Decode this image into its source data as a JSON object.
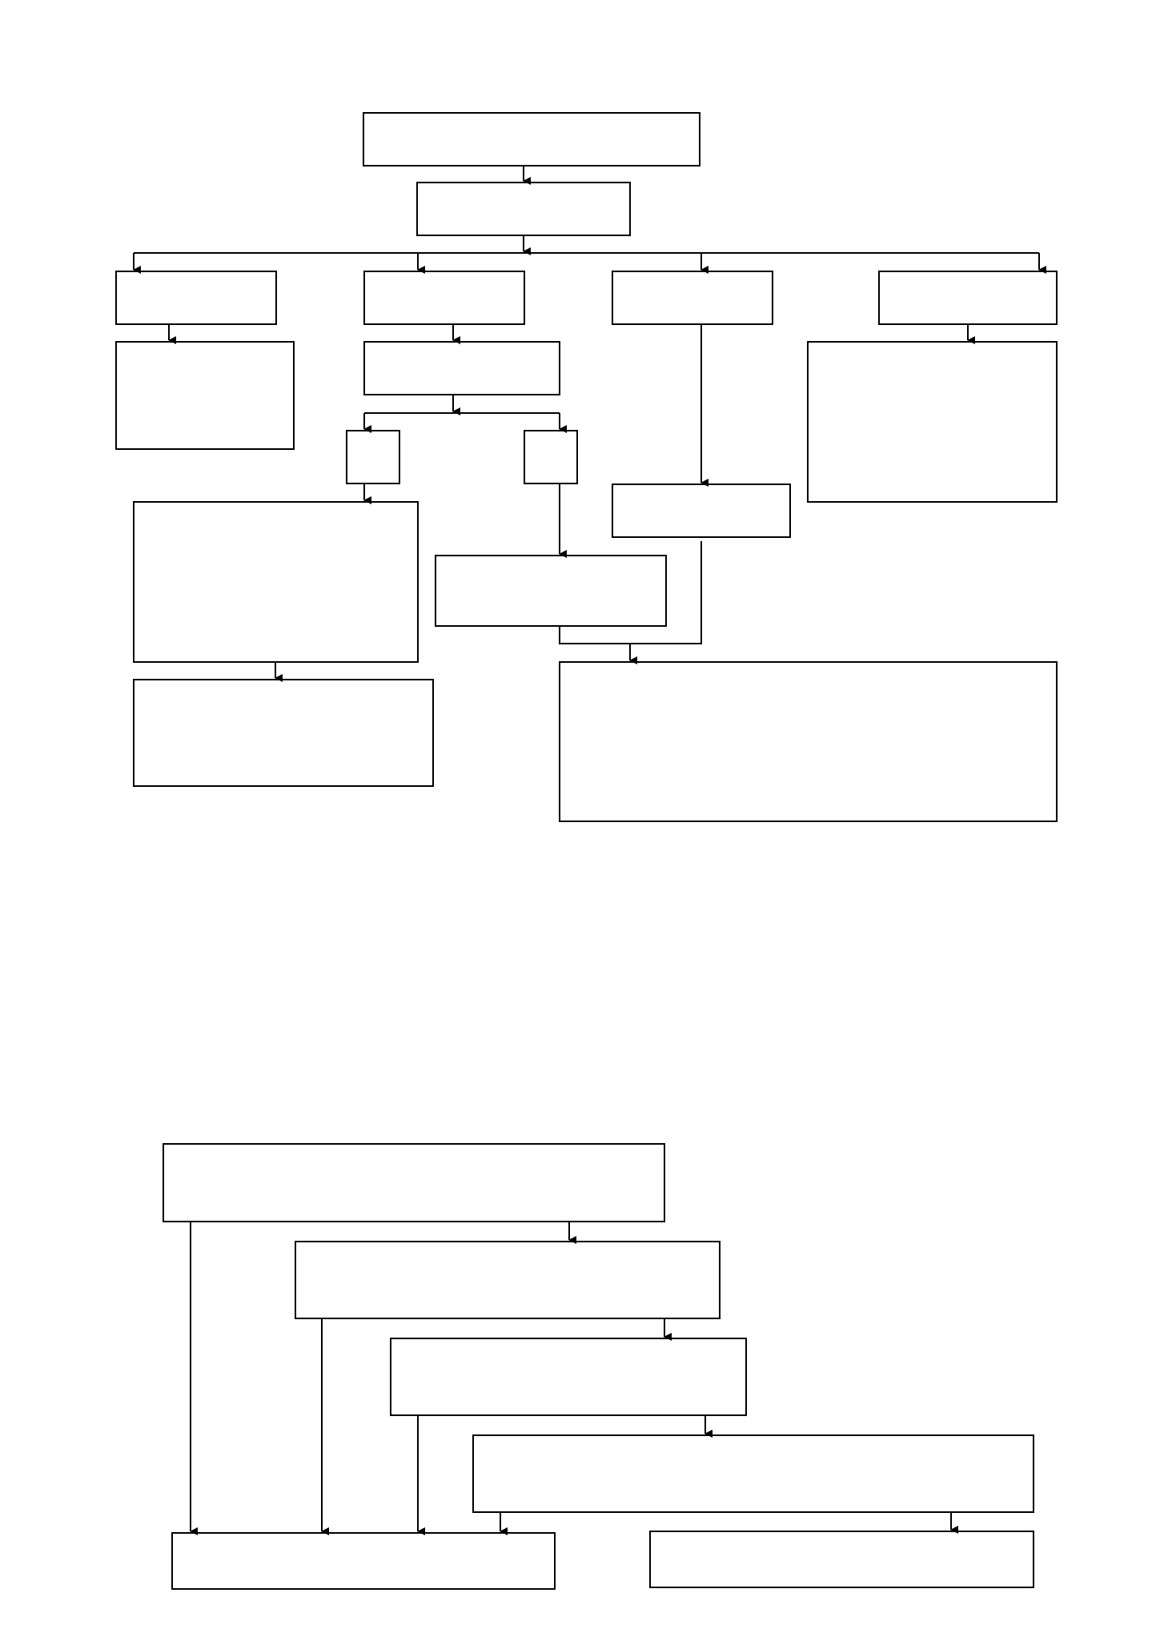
{
  "page": {
    "background": "#ffffff",
    "line_color": "#000000"
  },
  "diagrams": [
    {
      "id": "top-flowchart",
      "boxes": [
        {
          "id": "a1",
          "label": ""
        },
        {
          "id": "a2",
          "label": ""
        },
        {
          "id": "b1",
          "label": ""
        },
        {
          "id": "b2",
          "label": ""
        },
        {
          "id": "b3",
          "label": ""
        },
        {
          "id": "b4",
          "label": ""
        },
        {
          "id": "c1",
          "label": ""
        },
        {
          "id": "c2",
          "label": ""
        },
        {
          "id": "c4",
          "label": ""
        },
        {
          "id": "d1",
          "label": ""
        },
        {
          "id": "d2",
          "label": ""
        },
        {
          "id": "e1",
          "label": ""
        },
        {
          "id": "e2",
          "label": ""
        },
        {
          "id": "e3",
          "label": ""
        },
        {
          "id": "f1",
          "label": ""
        },
        {
          "id": "f2",
          "label": ""
        }
      ]
    },
    {
      "id": "bottom-flowchart",
      "boxes": [
        {
          "id": "g1",
          "label": ""
        },
        {
          "id": "g2",
          "label": ""
        },
        {
          "id": "g3",
          "label": ""
        },
        {
          "id": "g4",
          "label": ""
        },
        {
          "id": "h1",
          "label": ""
        },
        {
          "id": "h2",
          "label": ""
        }
      ]
    }
  ]
}
